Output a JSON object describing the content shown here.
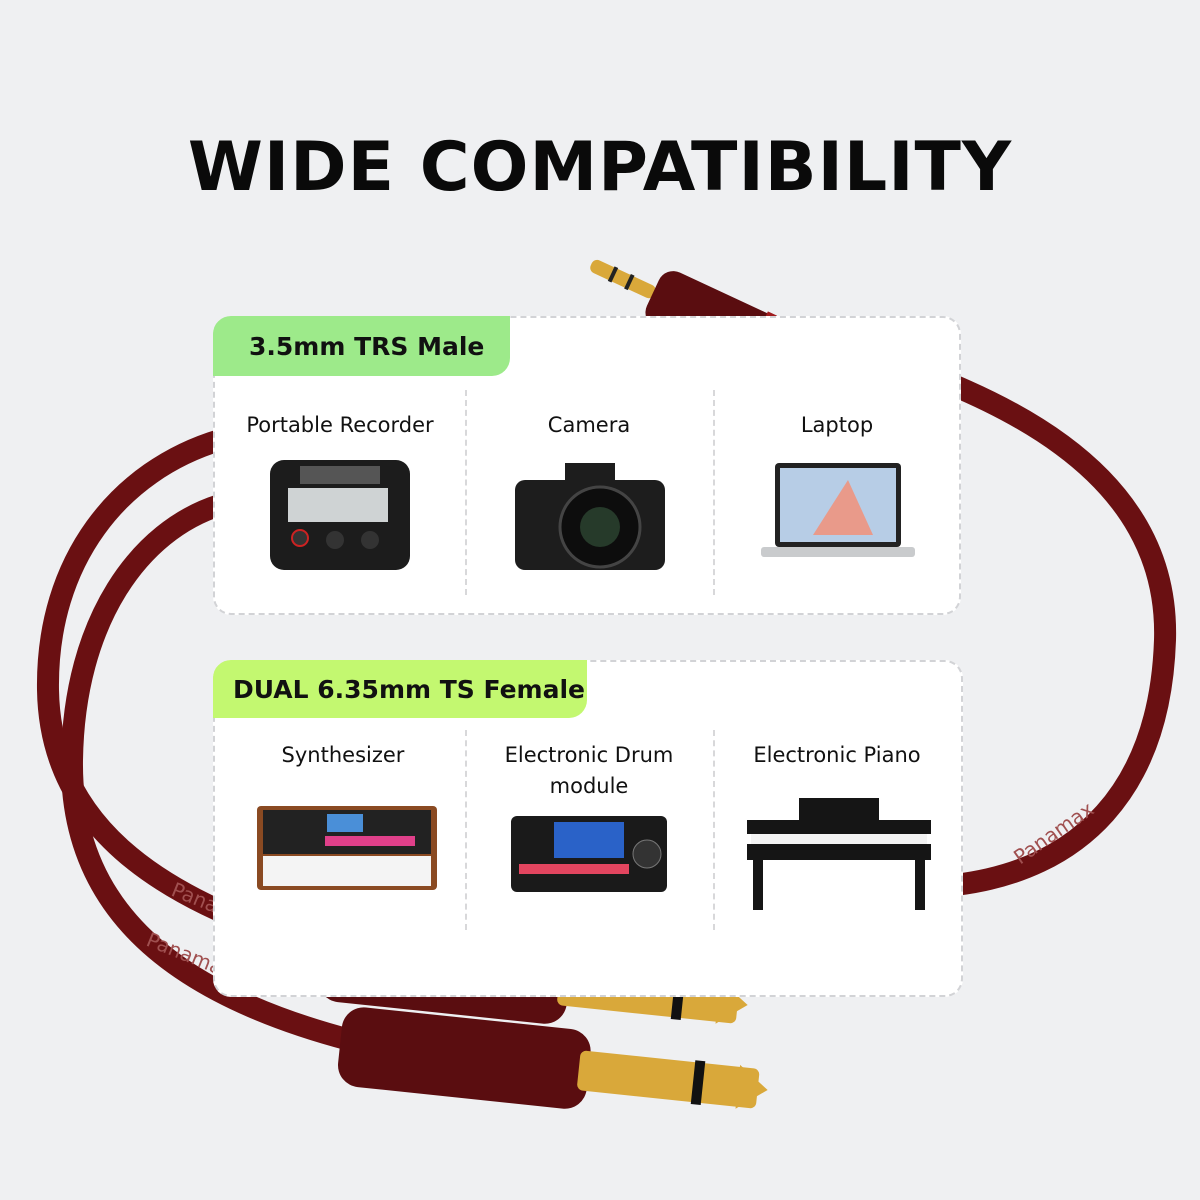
{
  "title": "WIDE COMPATIBILITY",
  "brand_watermark": "Panamax",
  "colors": {
    "background": "#eff0f2",
    "cable": "#6a1012",
    "tag_male": "#9dea8a",
    "tag_female": "#c3f870",
    "gold": "#d9a83a"
  },
  "sections": [
    {
      "tag": "3.5mm TRS Male",
      "devices": [
        {
          "label": "Portable Recorder",
          "icon": "portable-recorder"
        },
        {
          "label": "Camera",
          "icon": "camera"
        },
        {
          "label": "Laptop",
          "icon": "laptop"
        }
      ]
    },
    {
      "tag": "DUAL 6.35mm TS Female",
      "devices": [
        {
          "label": "Synthesizer",
          "icon": "synthesizer"
        },
        {
          "label": "Electronic Drum module",
          "icon": "drum-module"
        },
        {
          "label": "Electronic Piano",
          "icon": "piano"
        }
      ]
    }
  ]
}
